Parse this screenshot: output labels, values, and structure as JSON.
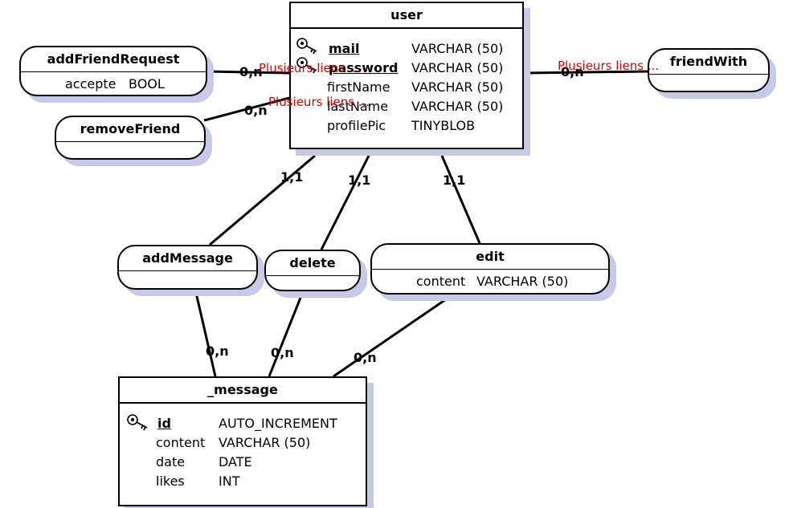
{
  "entities": {
    "user": {
      "name": "user",
      "attributes": [
        {
          "name": "mail",
          "type": "VARCHAR (50)",
          "key": true
        },
        {
          "name": "password",
          "type": "VARCHAR (50)",
          "key": true
        },
        {
          "name": "firstName",
          "type": "VARCHAR (50)",
          "key": false
        },
        {
          "name": "lastName",
          "type": "VARCHAR (50)",
          "key": false
        },
        {
          "name": "profilePic",
          "type": "TINYBLOB",
          "key": false
        }
      ]
    },
    "message": {
      "name": "_message",
      "attributes": [
        {
          "name": "id",
          "type": "AUTO_INCREMENT",
          "key": true
        },
        {
          "name": "content",
          "type": "VARCHAR (50)",
          "key": false
        },
        {
          "name": "date",
          "type": "DATE",
          "key": false
        },
        {
          "name": "likes",
          "type": "INT",
          "key": false
        }
      ]
    }
  },
  "associations": {
    "addFriendRequest": {
      "name": "addFriendRequest",
      "attr_name": "accepte",
      "attr_type": "BOOL"
    },
    "removeFriend": {
      "name": "removeFriend"
    },
    "friendWith": {
      "name": "friendWith"
    },
    "addMessage": {
      "name": "addMessage"
    },
    "delete": {
      "name": "delete"
    },
    "edit": {
      "name": "edit",
      "attr_name": "content",
      "attr_type": "VARCHAR (50)"
    }
  },
  "cardinalities": {
    "addFriendRequest_user": "0,n",
    "removeFriend_user": "0,n",
    "friendWith_user": "0,n",
    "addMessage_user": "1,1",
    "delete_user": "1,1",
    "edit_user": "1,1",
    "addMessage_message": "0,n",
    "delete_message": "0,n",
    "edit_message": "0,n"
  },
  "warnings": {
    "addFriendRequest": "Plusieurs liens ...",
    "removeFriend": "Plusieurs liens ...",
    "friendWith": "Plusieurs liens ..."
  }
}
